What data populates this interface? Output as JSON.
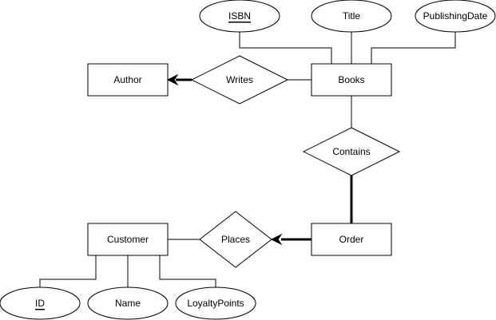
{
  "entities": {
    "author": "Author",
    "books": "Books",
    "order": "Order",
    "customer": "Customer"
  },
  "relationships": {
    "writes": "Writes",
    "contains": "Contains",
    "places": "Places"
  },
  "attributes": {
    "isbn": "ISBN",
    "title": "Title",
    "publishing_date": "PublishingDate",
    "id": "ID",
    "name": "Name",
    "loyalty_points": "LoyaltyPoints"
  },
  "key_attributes": [
    "ISBN",
    "ID"
  ],
  "connections": [
    {
      "from": "Writes",
      "to": "Author",
      "style": "bold-arrow"
    },
    {
      "from": "Writes",
      "to": "Books",
      "style": "line"
    },
    {
      "from": "Books",
      "to": "Contains",
      "style": "line"
    },
    {
      "from": "Contains",
      "to": "Order",
      "style": "bold"
    },
    {
      "from": "Order",
      "to": "Places",
      "style": "bold-arrow"
    },
    {
      "from": "Places",
      "to": "Customer",
      "style": "line"
    },
    {
      "from": "ISBN",
      "to": "Books",
      "style": "line"
    },
    {
      "from": "Title",
      "to": "Books",
      "style": "line"
    },
    {
      "from": "PublishingDate",
      "to": "Books",
      "style": "line"
    },
    {
      "from": "ID",
      "to": "Customer",
      "style": "line"
    },
    {
      "from": "Name",
      "to": "Customer",
      "style": "line"
    },
    {
      "from": "LoyaltyPoints",
      "to": "Customer",
      "style": "line"
    }
  ],
  "colors": {
    "stroke": "#000000",
    "fill": "#ffffff",
    "background": "#ffffff"
  }
}
